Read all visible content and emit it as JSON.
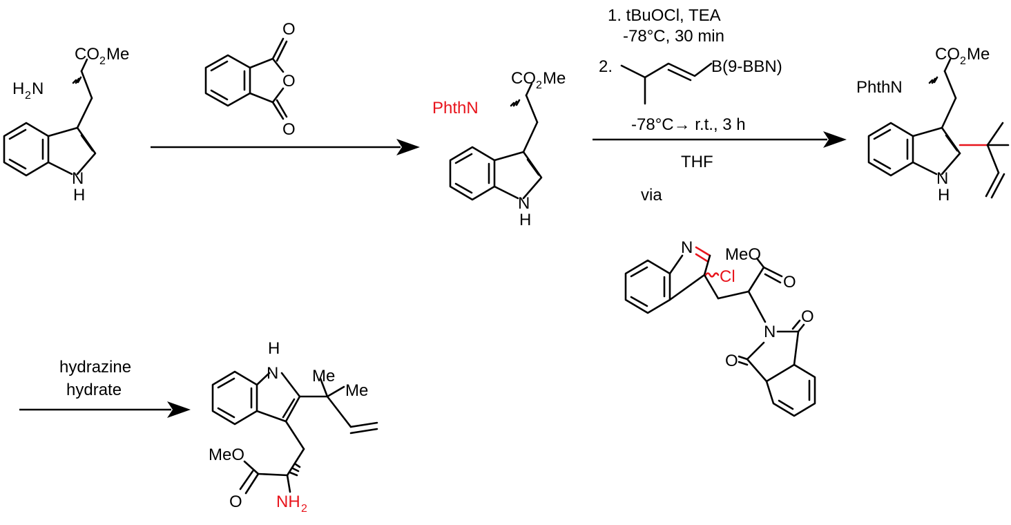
{
  "title": "",
  "reagents": {
    "step2_line1": "1. tBuOCl, TEA",
    "step2_line2": "-78°C, 30 min",
    "step2_line3_num": "2.",
    "step2_line3_boron": "B(9-BBN)",
    "step2_line4": "-78°C→ r.t., 3 h",
    "step2_solvent": "THF",
    "step2_via": "via",
    "step3_line1": "hydrazine",
    "step3_line2": "hydrate"
  },
  "atoms": {
    "co2me_c": "CO",
    "co2me_sub": "2",
    "co2me_me": "Me",
    "h2n_h": "H",
    "h2n_sub": "2",
    "h2n_n": "N",
    "phthn": "PhthN",
    "nh_n": "N",
    "nh_h": "H",
    "o": "O",
    "n": "N",
    "cl": "Cl",
    "meo": "MeO",
    "me": "Me",
    "nh2_nh": "NH",
    "nh2_sub": "2"
  },
  "colors": {
    "highlight": "#e8141c",
    "ink": "#000000"
  }
}
